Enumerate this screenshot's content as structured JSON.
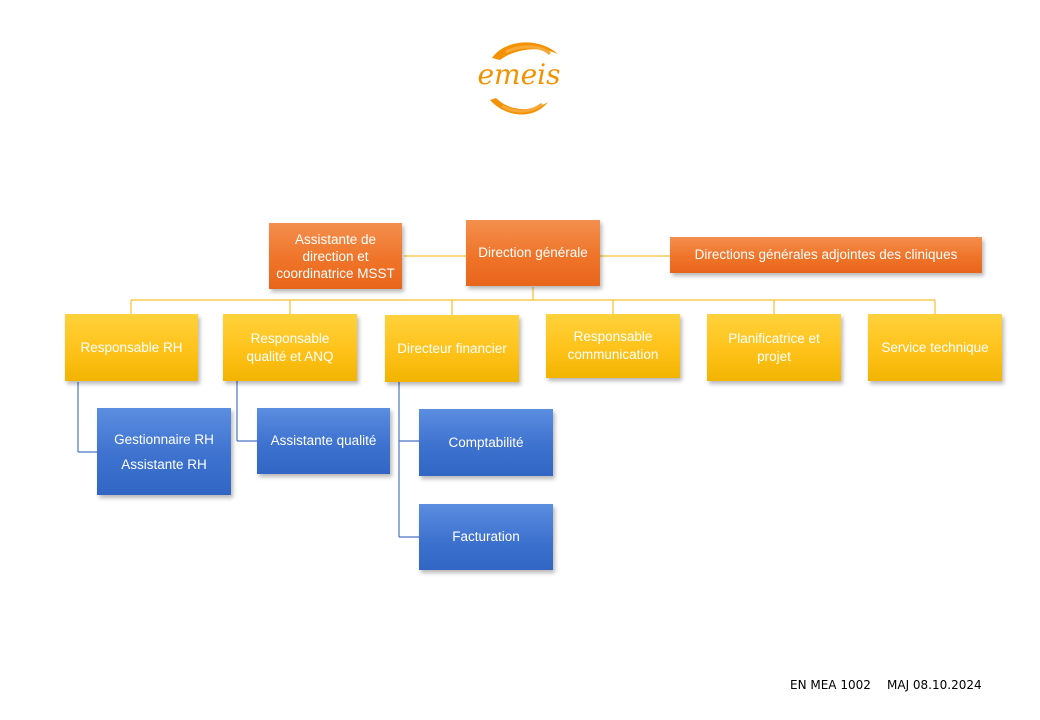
{
  "org_chart": {
    "top": {
      "direction": "Direction générale",
      "assistant": "Assistante de direction et coordinatrice MSST",
      "adjoints": "Directions générales adjointes des cliniques"
    },
    "departments": [
      {
        "label": "Responsable RH",
        "children": [
          {
            "lines": [
              "Gestionnaire RH",
              "Assistante RH"
            ]
          }
        ]
      },
      {
        "label": "Responsable qualité et ANQ",
        "children": [
          {
            "label": "Assistante qualité"
          }
        ]
      },
      {
        "label": "Directeur financier",
        "children": [
          {
            "label": "Comptabilité"
          },
          {
            "label": "Facturation"
          }
        ]
      },
      {
        "label": "Responsable communication"
      },
      {
        "label": "Planificatrice et projet"
      },
      {
        "label": "Service technique"
      }
    ]
  },
  "logo": {
    "text": "emeis",
    "color": "#f39200"
  },
  "colors": {
    "orange": "#ef7429",
    "yellow": "#ffc21a",
    "blue": "#3e72cf",
    "connector_yellow": "#f2c12e",
    "connector_blue": "#4a74c4"
  },
  "footer": {
    "doc_ref": "EN MEA 1002",
    "updated": "MAJ 08.10.2024"
  }
}
